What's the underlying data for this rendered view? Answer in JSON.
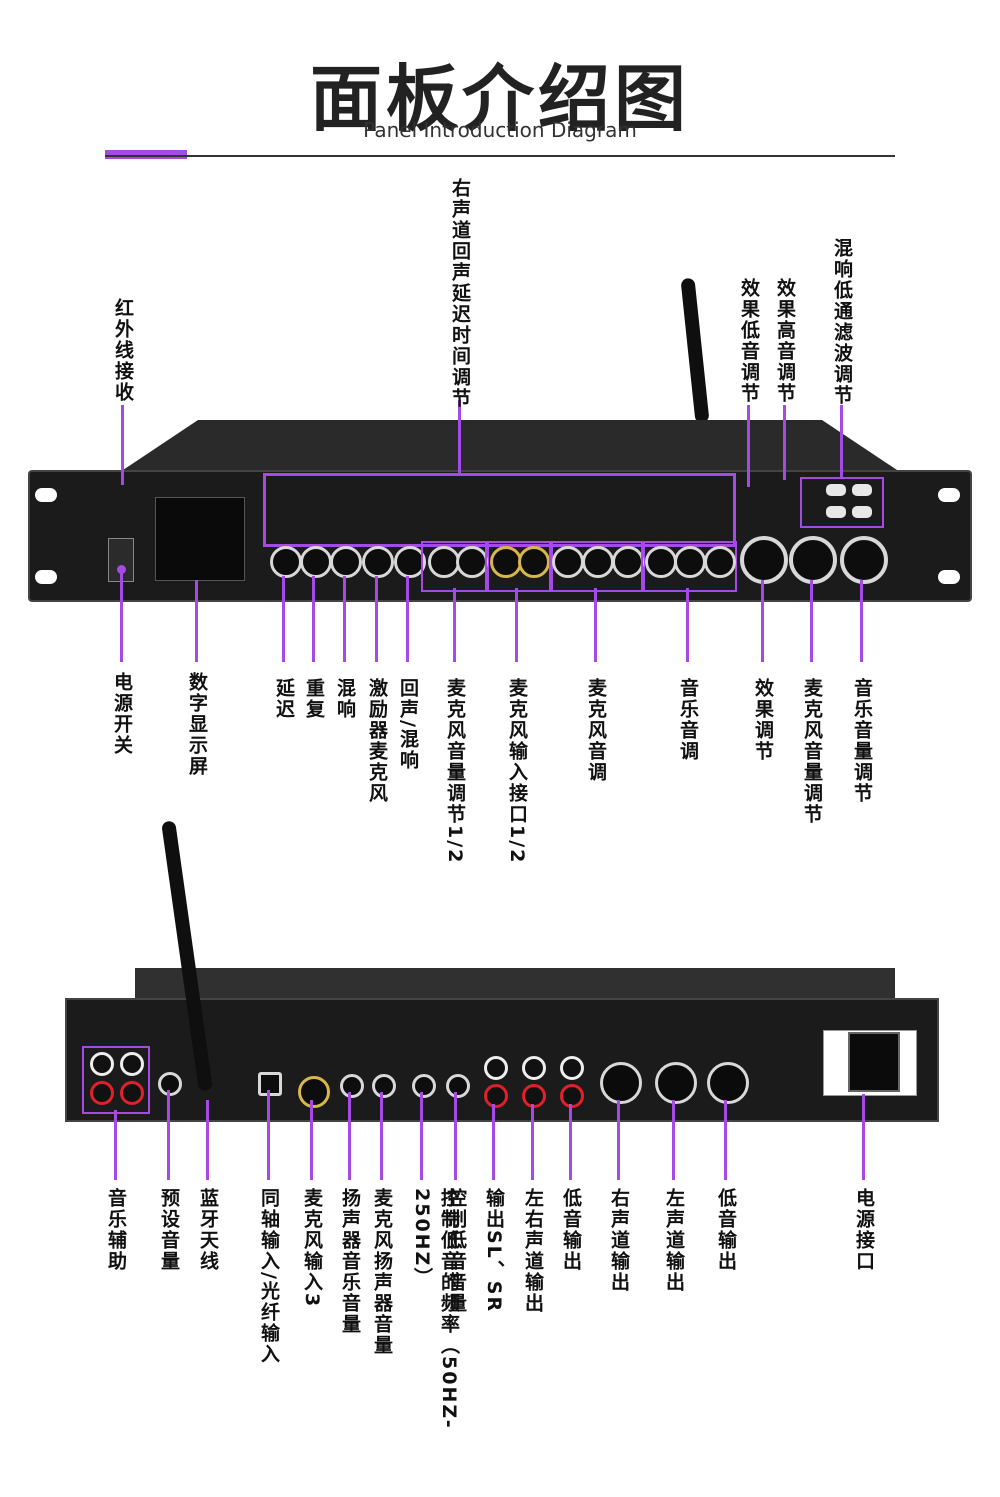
{
  "header": {
    "title": "面板介绍图",
    "subtitle": "Panel Introduction Diagram"
  },
  "colors": {
    "accent": "#a64ae6",
    "panel": "#1b1b1b"
  },
  "front_labels_top": [
    {
      "id": "ir",
      "text": "红外线接收"
    },
    {
      "id": "echo-delay-r",
      "text": "右声道回声延迟时间调节"
    },
    {
      "id": "eff-bass",
      "text": "效果低音调节"
    },
    {
      "id": "eff-treble",
      "text": "效果高音调节"
    },
    {
      "id": "lpf",
      "text": "混响低通滤波调节"
    }
  ],
  "front_labels_bottom": [
    {
      "id": "power",
      "text": "电源开关"
    },
    {
      "id": "display",
      "text": "数字显示屏"
    },
    {
      "id": "delay",
      "text": "延迟"
    },
    {
      "id": "repeat",
      "text": "重复"
    },
    {
      "id": "reverb",
      "text": "混响"
    },
    {
      "id": "exciter",
      "text": "激励器麦克风"
    },
    {
      "id": "echo",
      "text": "回声/混响"
    },
    {
      "id": "mic-vol",
      "text": "麦克风音量调节1/2"
    },
    {
      "id": "mic-in",
      "text": "麦克风输入接口1/2"
    },
    {
      "id": "mic-tone",
      "text": "麦克风音调"
    },
    {
      "id": "music-tone",
      "text": "音乐音调"
    },
    {
      "id": "effect",
      "text": "效果调节"
    },
    {
      "id": "mic-master",
      "text": "麦克风音量调节"
    },
    {
      "id": "music-master",
      "text": "音乐音量调节"
    }
  ],
  "rear_labels": [
    {
      "id": "aux",
      "text": "音乐辅助"
    },
    {
      "id": "preset",
      "text": "预设音量"
    },
    {
      "id": "bt",
      "text": "蓝牙天线"
    },
    {
      "id": "coax",
      "text": "同轴输入/光纤输入"
    },
    {
      "id": "mic3",
      "text": "麦克风输入3"
    },
    {
      "id": "spk-music",
      "text": "扬声器音乐音量"
    },
    {
      "id": "spk-mic",
      "text": "麦克风扬声器音量"
    },
    {
      "id": "bass-freq",
      "text": "控制低音的频率（50HZ-250HZ）"
    },
    {
      "id": "bass-vol",
      "text": "控制低音音量"
    },
    {
      "id": "sl-sr",
      "text": "输出SL、SR"
    },
    {
      "id": "lr-out",
      "text": "左右声道输出"
    },
    {
      "id": "sub-out",
      "text": "低音输出"
    },
    {
      "id": "r-out",
      "text": "右声道输出"
    },
    {
      "id": "l-out",
      "text": "左声道输出"
    },
    {
      "id": "bass-out",
      "text": "低音输出"
    },
    {
      "id": "power-in",
      "text": "电源接口"
    }
  ]
}
